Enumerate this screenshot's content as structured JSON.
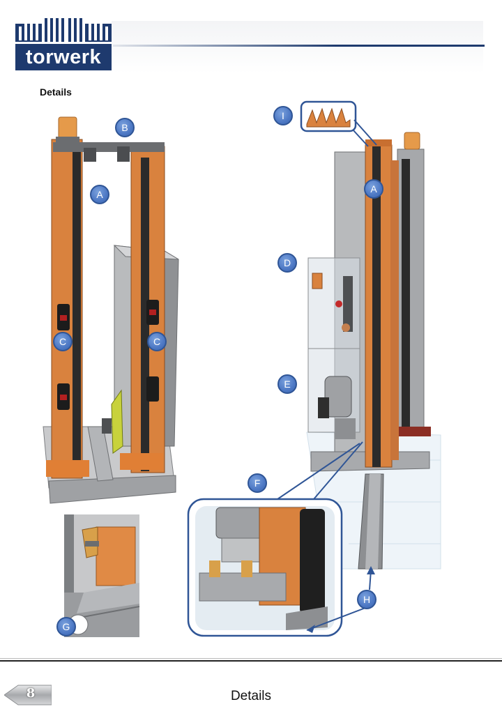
{
  "brand": {
    "logo_text": "torwerk"
  },
  "section_title": "Details",
  "labels": {
    "A_left": "A",
    "B": "B",
    "C_left": "C",
    "C_right": "C",
    "G": "G",
    "I": "I",
    "A_right": "A",
    "D": "D",
    "E": "E",
    "F": "F",
    "H": "H"
  },
  "footer": {
    "page_number": "8",
    "title": "Details"
  },
  "colors": {
    "accent": "#1e3a6e",
    "badge": "#4d78c4",
    "orange": "#d9823e",
    "gray": "#a9abad"
  }
}
